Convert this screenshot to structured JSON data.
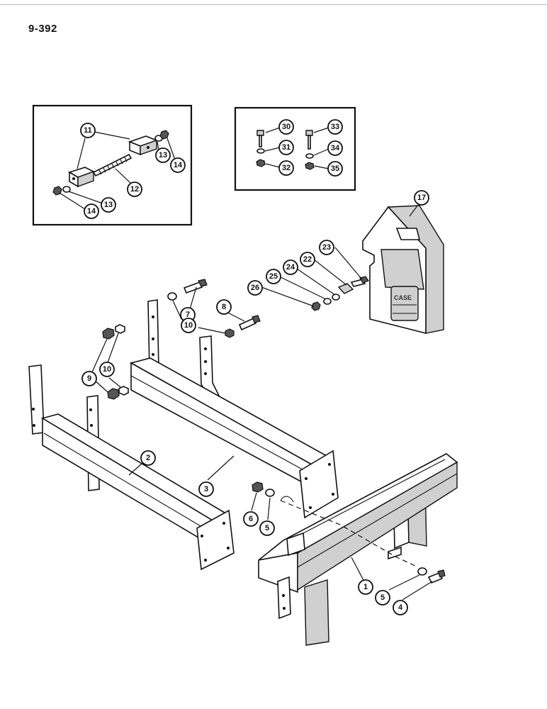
{
  "page_number": "9-392",
  "callouts": {
    "c1": "1",
    "c2": "2",
    "c3": "3",
    "c4": "4",
    "c5a": "5",
    "c5b": "5",
    "c6": "6",
    "c7": "7",
    "c8": "8",
    "c9": "9",
    "c10a": "10",
    "c10b": "10",
    "c11": "11",
    "c12": "12",
    "c13a": "13",
    "c13b": "13",
    "c14a": "14",
    "c14b": "14",
    "c17": "17",
    "c22": "22",
    "c23": "23",
    "c24": "24",
    "c25": "25",
    "c26": "26",
    "c30": "30",
    "c31": "31",
    "c32": "32",
    "c33": "33",
    "c34": "34",
    "c35": "35"
  },
  "weight_logo": "CASE"
}
